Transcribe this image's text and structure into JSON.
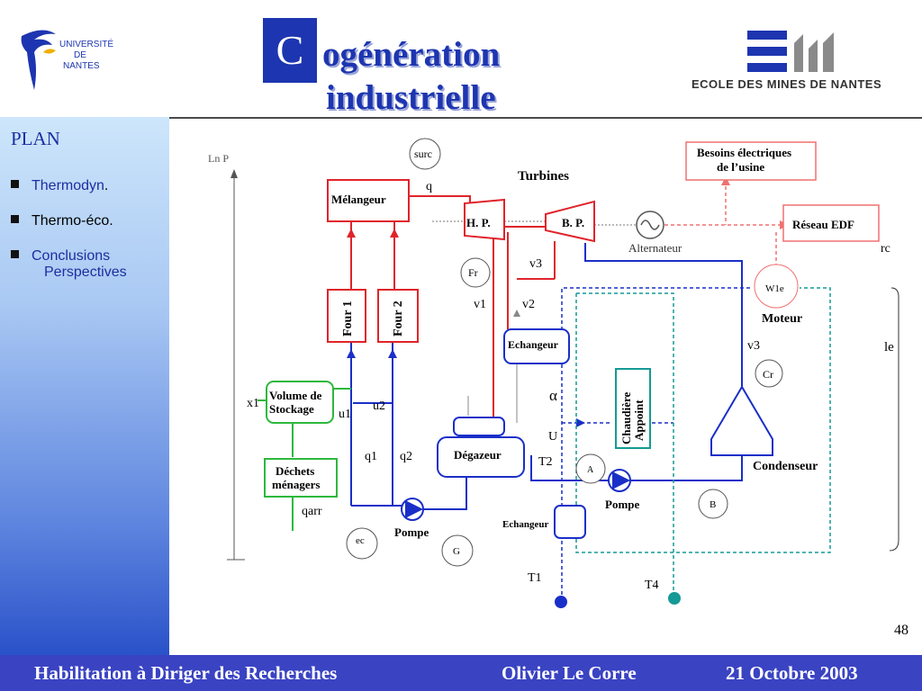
{
  "header": {
    "title_initial": "C",
    "title_line1": "ogénération",
    "title_line2": "industrielle",
    "univ_logo": {
      "line1": "UNIVERSITÉ",
      "line2": "DE",
      "line3": "NANTES"
    },
    "emn_logo": "ECOLE DES MINES DE NANTES"
  },
  "sidebar": {
    "title": "PLAN",
    "items": [
      {
        "label": "Thermodyn",
        "suffix": ".",
        "color": "#1b2fa0"
      },
      {
        "label": "Thermo-éco.",
        "suffix": "",
        "color": "#000000"
      },
      {
        "label": "Conclusions",
        "label2": "Perspectives",
        "color": "#1b2fa0"
      }
    ]
  },
  "diagram": {
    "axis_label": "Ln P",
    "surc": "surc",
    "q": "q",
    "turbines": "Turbines",
    "melangeur": "Mélangeur",
    "hp": "H. P.",
    "bp": "B. P.",
    "alternateur": "Alternateur",
    "besoins_l1": "Besoins électriques",
    "besoins_l2": "de l’usine",
    "reseau": "Réseau EDF",
    "rc": "rc",
    "fr": "Fr",
    "v3a": "v3",
    "v1": "v1",
    "v2": "v2",
    "four1": "Four 1",
    "four2": "Four 2",
    "w1e": "W1e",
    "moteur": "Moteur",
    "echangeur1": "Echangeur",
    "v3b": "v3",
    "le": "le",
    "cr": "Cr",
    "vol_l1": "Volume de",
    "vol_l2": "Stockage",
    "x1": "x1",
    "u1": "u1",
    "u2": "u2",
    "alpha": "α",
    "chaudiere_l1": "Chaudière",
    "chaudiere_l2": "Appoint",
    "u": "U",
    "degazeur": "Dégazeur",
    "t2": "T2",
    "a": "A",
    "q1": "q1",
    "q2": "q2",
    "dechets_l1": "Déchets",
    "dechets_l2": "ménagers",
    "condenseur": "Condenseur",
    "pompe1": "Pompe",
    "b": "B",
    "qarr": "qarr",
    "echangeur2": "Echangeur",
    "ec": "ec",
    "pompe2": "Pompe",
    "g": "G",
    "t1": "T1",
    "t4": "T4"
  },
  "page_number": "48",
  "footer": {
    "left": "Habilitation à Diriger des Recherches",
    "center": "Olivier Le Corre",
    "right": "21 Octobre 2003"
  },
  "colors": {
    "red": "#e0242b",
    "blue": "#1a2fc8",
    "green": "#2db83d",
    "teal": "#159a95",
    "pink": "#f07070",
    "footer_bg": "#3a43c2"
  }
}
